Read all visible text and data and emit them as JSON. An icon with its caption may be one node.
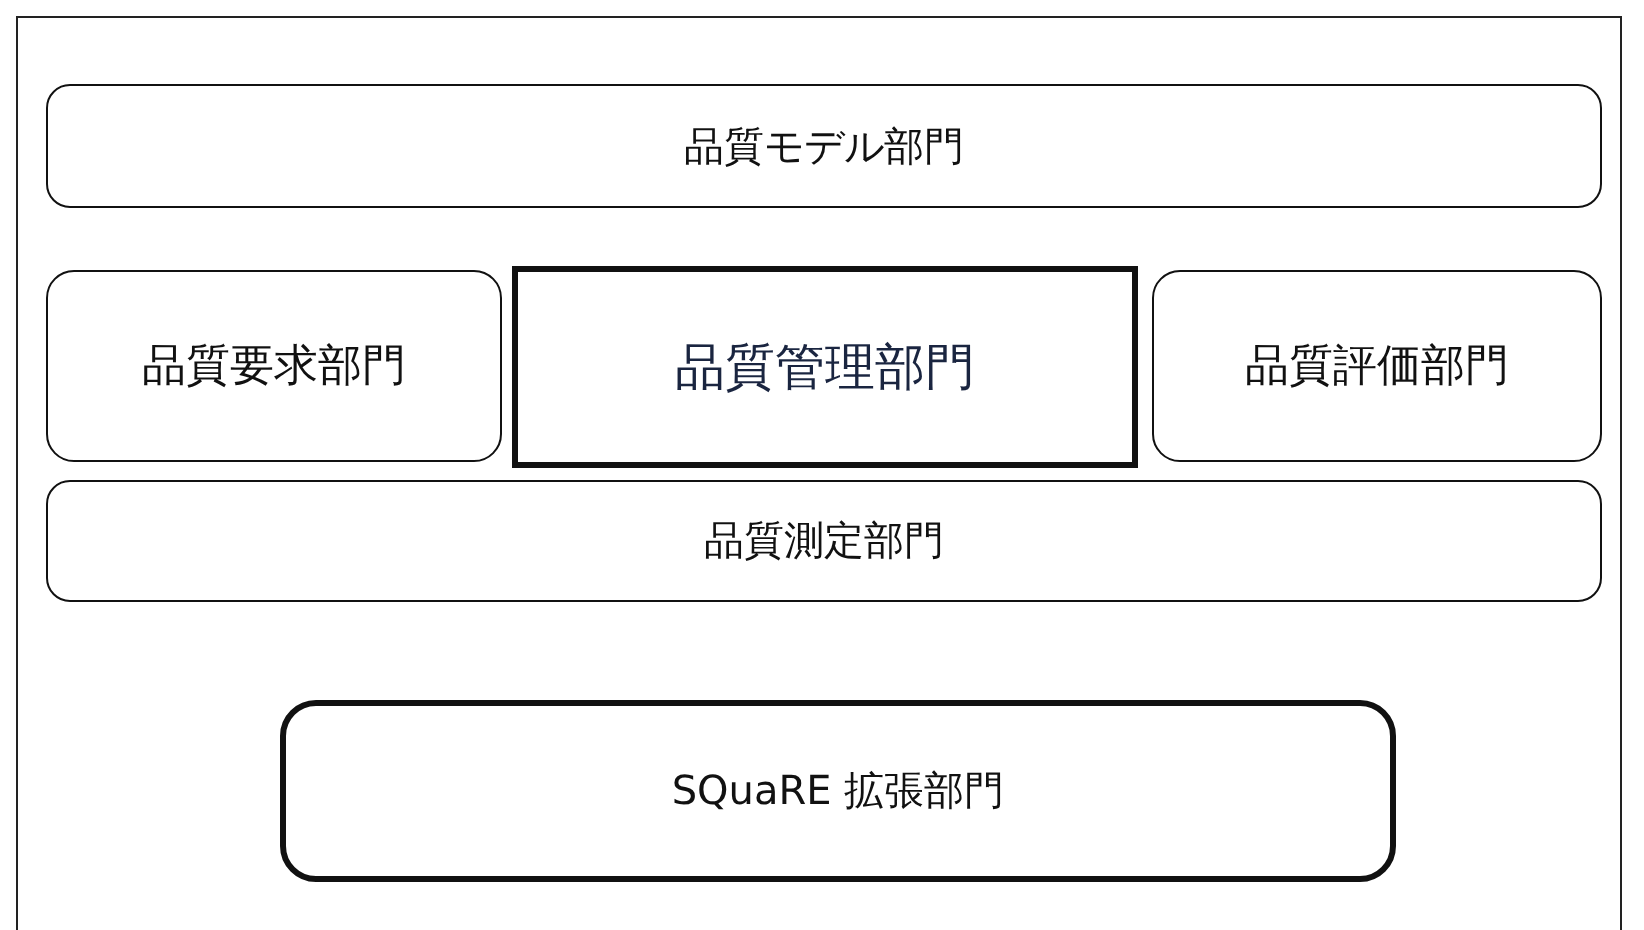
{
  "diagram": {
    "nodes": [
      {
        "text": [
          "品質モデル部門"
        ]
      },
      {
        "text": [
          "品質要求部門"
        ]
      },
      {
        "text": [
          "品質管理部門"
        ]
      },
      {
        "text": [
          "品質評価部門"
        ]
      },
      {
        "text": [
          "品質測定部門"
        ]
      },
      {
        "text": [
          "SQuaRE 拡張部門"
        ]
      }
    ]
  }
}
